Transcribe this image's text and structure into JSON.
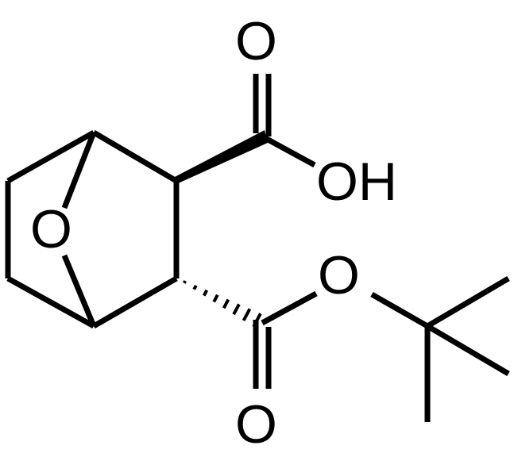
{
  "molecule": {
    "bond_color": "#000000",
    "background_color": "#ffffff",
    "labels": {
      "bridge_oxygen": "O",
      "acid_carbonyl_oxygen": "O",
      "acid_hydroxyl": "OH",
      "ester_oxygen": "O",
      "ester_carbonyl_oxygen": "O"
    }
  }
}
